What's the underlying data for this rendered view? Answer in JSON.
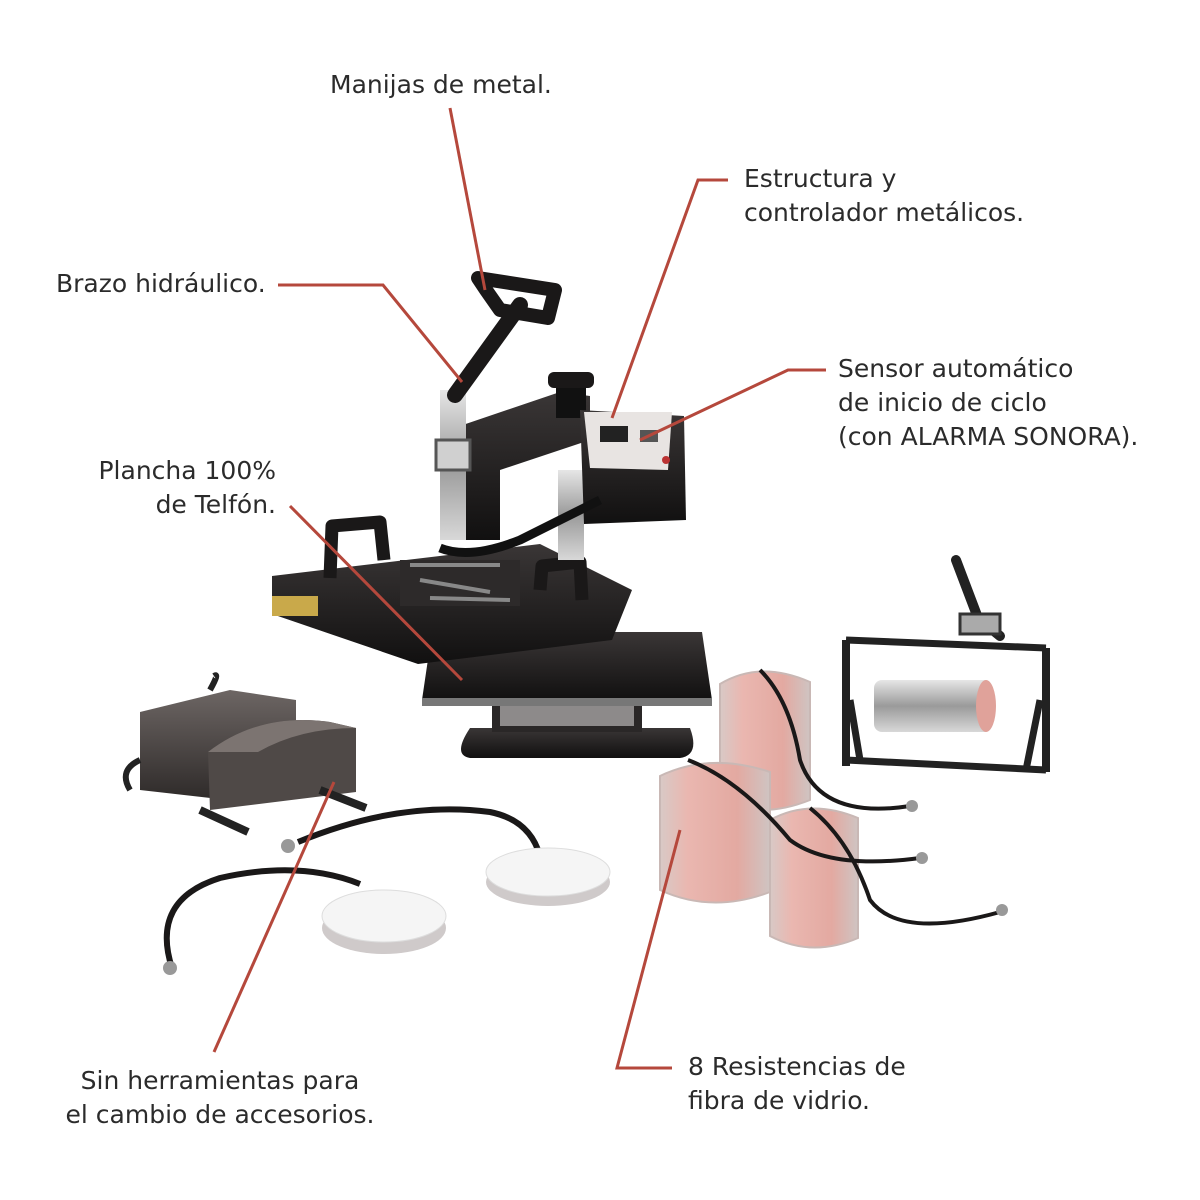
{
  "callouts": {
    "handles": {
      "lines": [
        "Manijas de metal."
      ]
    },
    "structure": {
      "lines": [
        "Estructura y",
        "controlador metálicos."
      ]
    },
    "arm": {
      "lines": [
        "Brazo hidráulico."
      ]
    },
    "sensor": {
      "lines": [
        "Sensor automático",
        "de inicio de ciclo",
        "(con ALARMA SONORA)."
      ]
    },
    "plate": {
      "lines": [
        "Plancha 100%",
        "de Telfón."
      ]
    },
    "tools": {
      "lines": [
        "Sin herramientas para",
        "el cambio de accesorios."
      ]
    },
    "resistances": {
      "lines": [
        "8 Resistencias de",
        "fibra de vidrio."
      ]
    }
  },
  "colors": {
    "leader_line": "#b5483c",
    "machine_body": "#1c1a1a",
    "mug_heater": "#e9b3ad",
    "cap_plate": "#f2f2f2",
    "text": "#2b2b2b"
  }
}
